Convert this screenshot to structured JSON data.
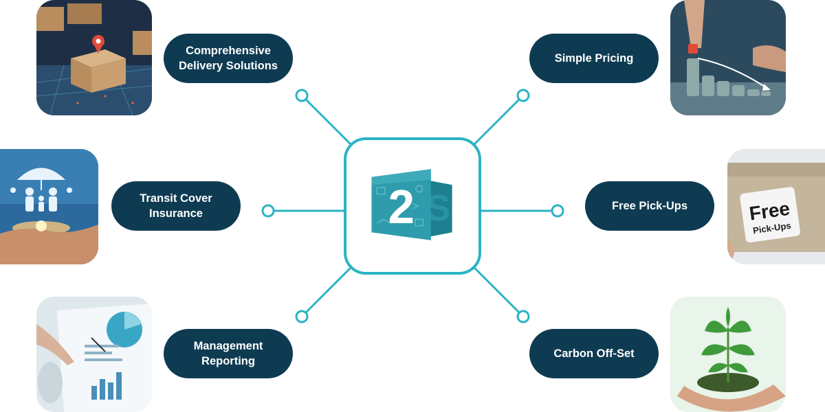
{
  "colors": {
    "pill_bg": "#0e3b52",
    "pill_text": "#ffffff",
    "connector": "#2ab3c4",
    "logo_teal": "#2f9cad",
    "logo_dark": "#1d7f8f"
  },
  "logo": {
    "text": "2"
  },
  "features": {
    "comprehensive_delivery": "Comprehensive Delivery Solutions",
    "transit_cover": "Transit Cover Insurance",
    "management_reporting": "Management Reporting",
    "simple_pricing": "Simple Pricing",
    "free_pickups": "Free Pick-Ups",
    "carbon_offset": "Carbon Off-Set"
  },
  "images": {
    "delivery": "parcel-boxes-map-photo",
    "insurance": "family-umbrella-insurance-photo",
    "reporting": "report-charts-documents-photo",
    "pricing": "stacked-coins-photo",
    "pickups": "free-pick-ups-box-photo",
    "carbon": "plant-seedling-hands-photo",
    "box_sticker_line1": "Free",
    "box_sticker_line2": "Pick-Ups"
  }
}
